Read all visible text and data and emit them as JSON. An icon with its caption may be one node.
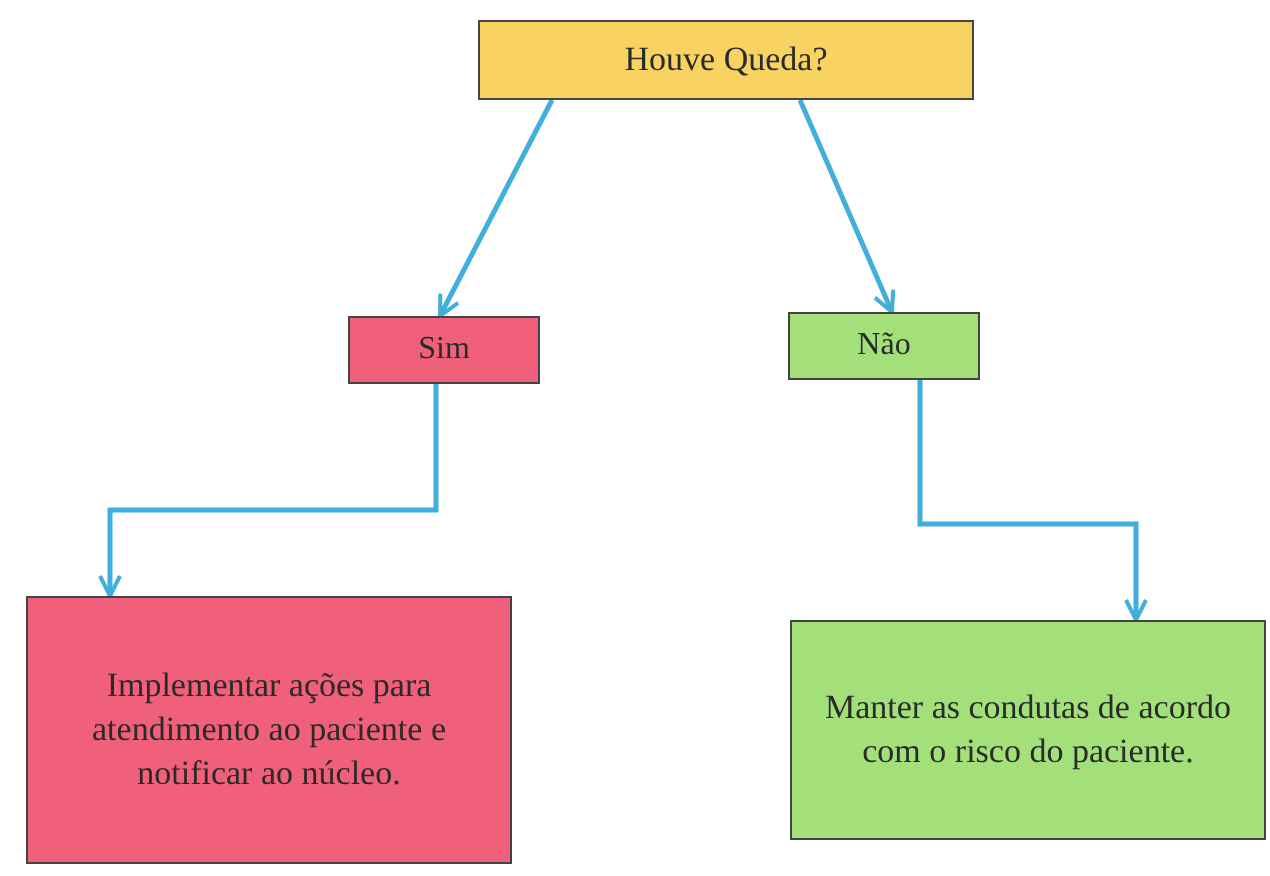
{
  "diagram": {
    "nodes": [
      {
        "text": [
          "Houve Queda?"
        ]
      },
      {
        "text": [
          "Sim"
        ]
      },
      {
        "text": [
          "Não"
        ]
      },
      {
        "text": [
          "Implementar ações para atendimento ao paciente e notificar ao núcleo."
        ]
      },
      {
        "text": [
          "Manter as condutas de acordo com o risco do paciente."
        ]
      }
    ],
    "edges": [
      {
        "from": 0,
        "to": 1,
        "arrow": "to"
      },
      {
        "from": 0,
        "to": 2,
        "arrow": "to"
      },
      {
        "from": 1,
        "to": 3,
        "arrow": "to"
      },
      {
        "from": 2,
        "to": 4,
        "arrow": "to"
      }
    ]
  }
}
